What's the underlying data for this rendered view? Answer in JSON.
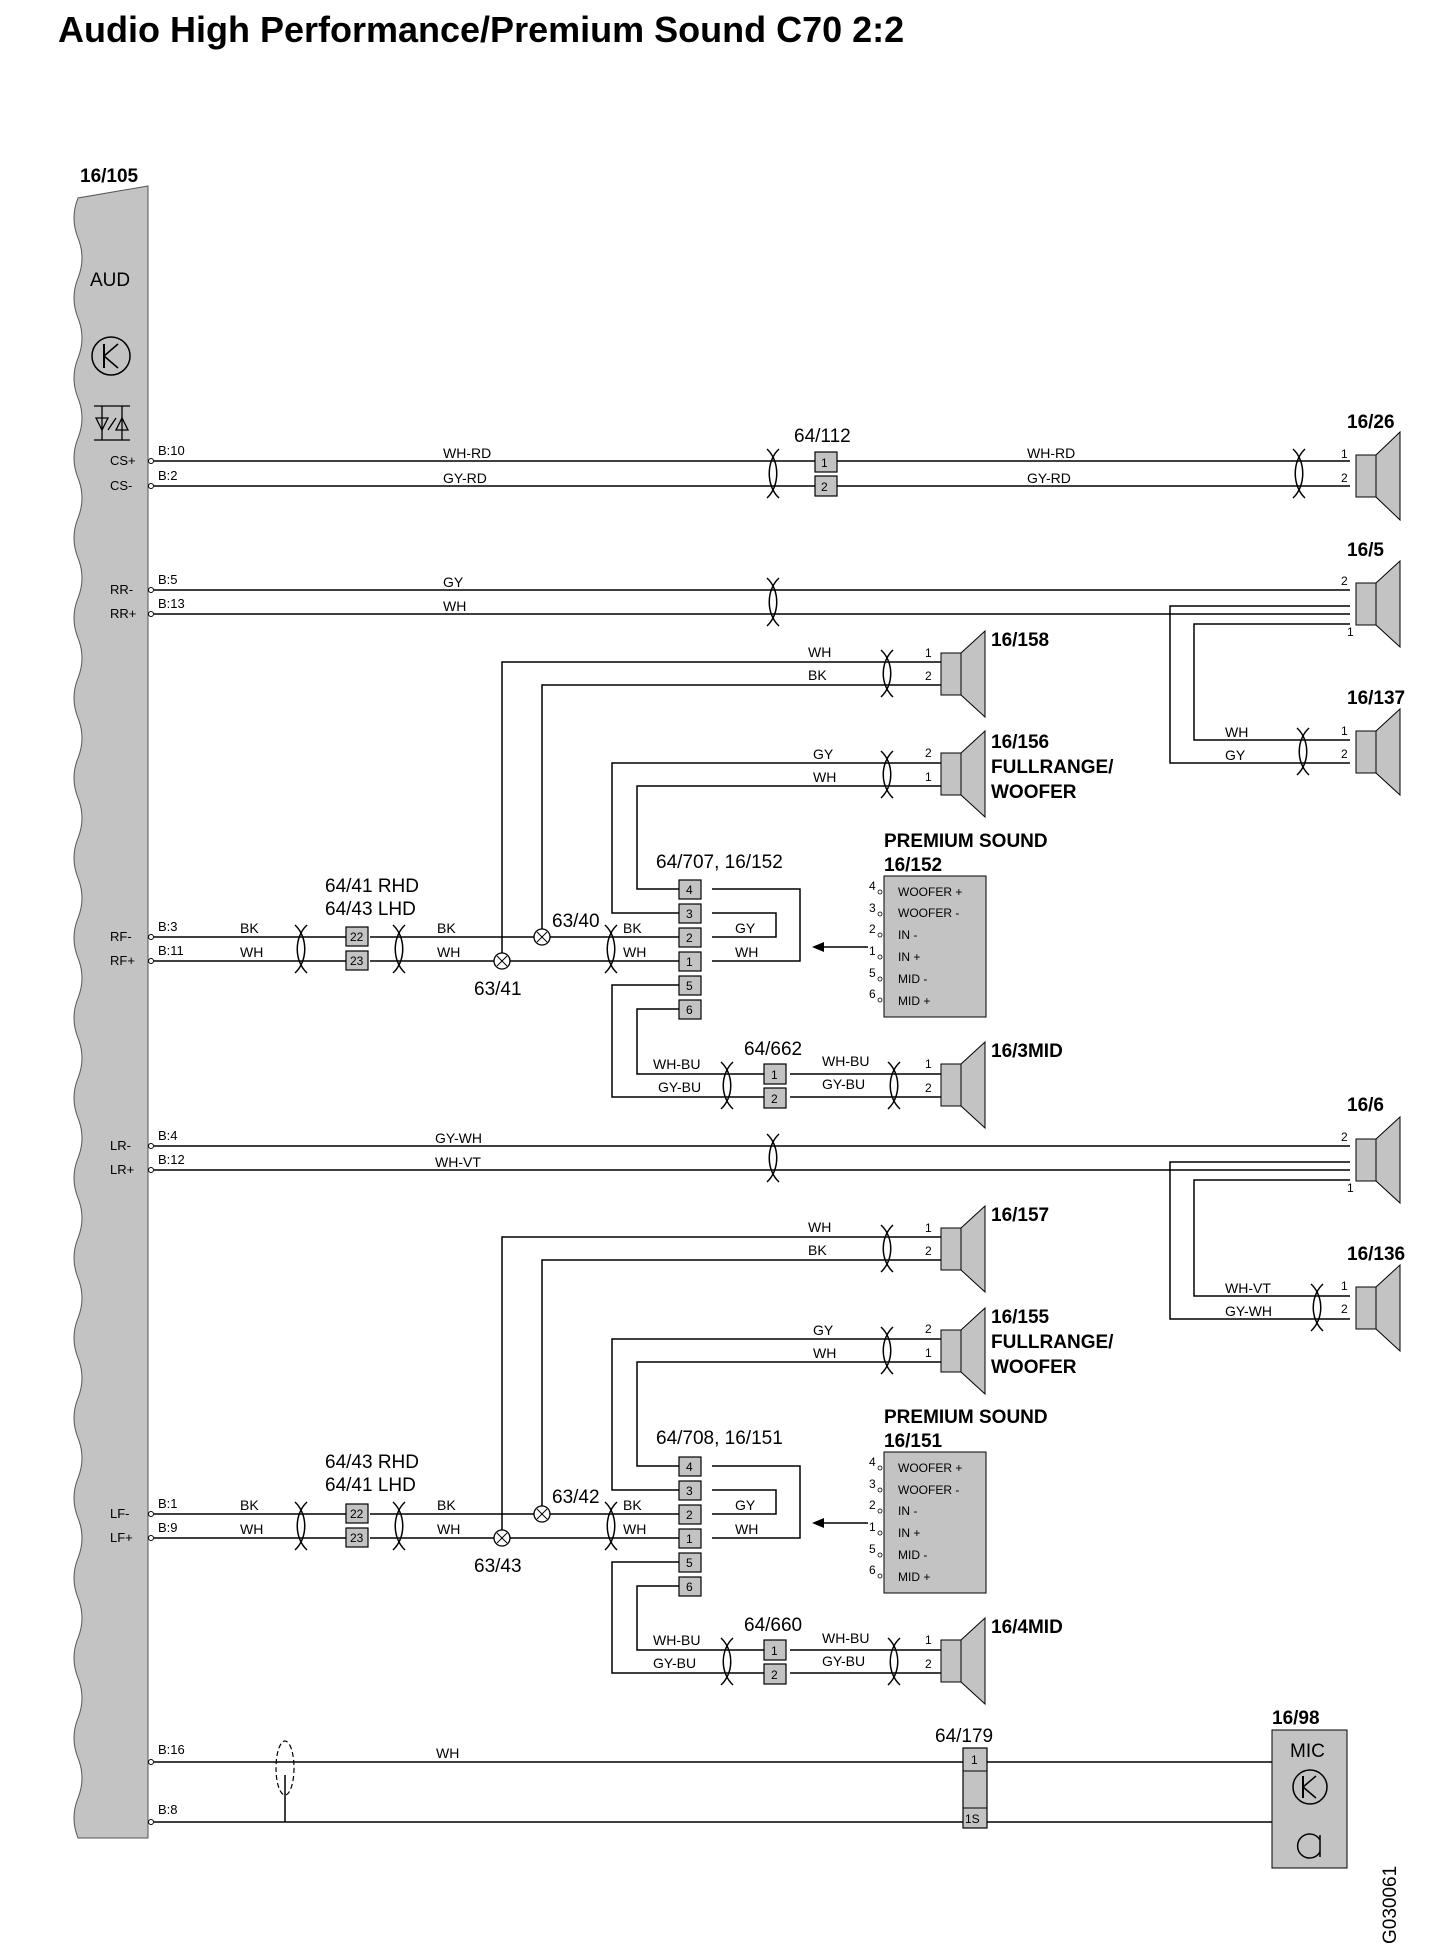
{
  "title": "Audio High Performance/Premium Sound C70 2:2",
  "diagram_code": "G030061",
  "control_module": {
    "ref": "16/105",
    "name": "AUD",
    "symbols": [
      "amplifier-icon",
      "thyristor-icon"
    ],
    "pins": [
      {
        "label": "CS+",
        "pin": "B:10"
      },
      {
        "label": "CS-",
        "pin": "B:2"
      },
      {
        "label": "RR-",
        "pin": "B:5"
      },
      {
        "label": "RR+",
        "pin": "B:13"
      },
      {
        "label": "RF-",
        "pin": "B:3"
      },
      {
        "label": "RF+",
        "pin": "B:11"
      },
      {
        "label": "LR-",
        "pin": "B:4"
      },
      {
        "label": "LR+",
        "pin": "B:12"
      },
      {
        "label": "LF-",
        "pin": "B:1"
      },
      {
        "label": "LF+",
        "pin": "B:9"
      },
      {
        "label": "",
        "pin": "B:16"
      },
      {
        "label": "",
        "pin": "B:8"
      }
    ]
  },
  "speakers": [
    {
      "ref": "16/26",
      "pins": [
        "1",
        "2"
      ]
    },
    {
      "ref": "16/5",
      "pins": [
        "2",
        "1"
      ]
    },
    {
      "ref": "16/137",
      "pins": [
        "1",
        "2"
      ]
    },
    {
      "ref": "16/158",
      "pins": [
        "1",
        "2"
      ]
    },
    {
      "ref": "16/156",
      "line2": "FULLRANGE/",
      "line3": "WOOFER",
      "pins": [
        "2",
        "1"
      ]
    },
    {
      "ref": "16/3MID",
      "pins": [
        "1",
        "2"
      ]
    },
    {
      "ref": "16/6",
      "pins": [
        "2",
        "1"
      ]
    },
    {
      "ref": "16/136",
      "pins": [
        "1",
        "2"
      ]
    },
    {
      "ref": "16/157",
      "pins": [
        "1",
        "2"
      ]
    },
    {
      "ref": "16/155",
      "line2": "FULLRANGE/",
      "line3": "WOOFER",
      "pins": [
        "2",
        "1"
      ]
    },
    {
      "ref": "16/4MID",
      "pins": [
        "1",
        "2"
      ]
    }
  ],
  "connectors": {
    "c64_112": {
      "ref": "64/112",
      "pins": [
        "1",
        "2"
      ]
    },
    "c64_41": {
      "line1": "64/41 RHD",
      "line2": "64/43 LHD",
      "pins": [
        "22",
        "23"
      ]
    },
    "c64_707": {
      "ref": "64/707, 16/152",
      "pins": [
        "4",
        "3",
        "2",
        "1",
        "5",
        "6"
      ]
    },
    "c64_662": {
      "ref": "64/662",
      "pins": [
        "1",
        "2"
      ]
    },
    "c64_43": {
      "line1": "64/43 RHD",
      "line2": "64/41 LHD",
      "pins": [
        "22",
        "23"
      ]
    },
    "c64_708": {
      "ref": "64/708, 16/151",
      "pins": [
        "4",
        "3",
        "2",
        "1",
        "5",
        "6"
      ]
    },
    "c64_660": {
      "ref": "64/660",
      "pins": [
        "1",
        "2"
      ]
    },
    "c64_179": {
      "ref": "64/179",
      "pins": [
        "1",
        "1S"
      ]
    }
  },
  "splices": [
    "63/41",
    "63/40",
    "63/43",
    "63/42"
  ],
  "premium_modules": [
    {
      "title": "PREMIUM SOUND",
      "ref": "16/152",
      "pins": [
        {
          "num": "4",
          "label": "WOOFER +"
        },
        {
          "num": "3",
          "label": "WOOFER -"
        },
        {
          "num": "2",
          "label": "IN -"
        },
        {
          "num": "1",
          "label": "IN +"
        },
        {
          "num": "5",
          "label": "MID -"
        },
        {
          "num": "6",
          "label": "MID +"
        }
      ]
    },
    {
      "title": "PREMIUM SOUND",
      "ref": "16/151",
      "pins": [
        {
          "num": "4",
          "label": "WOOFER +"
        },
        {
          "num": "3",
          "label": "WOOFER -"
        },
        {
          "num": "2",
          "label": "IN -"
        },
        {
          "num": "1",
          "label": "IN +"
        },
        {
          "num": "5",
          "label": "MID -"
        },
        {
          "num": "6",
          "label": "MID +"
        }
      ]
    }
  ],
  "mic": {
    "ref": "16/98",
    "name": "MIC"
  },
  "wire_colors": {
    "wh_rd": "WH-RD",
    "gy_rd": "GY-RD",
    "gy": "GY",
    "wh": "WH",
    "bk": "BK",
    "wh_bu": "WH-BU",
    "gy_bu": "GY-BU",
    "gy_wh": "GY-WH",
    "wh_vt": "WH-VT"
  }
}
